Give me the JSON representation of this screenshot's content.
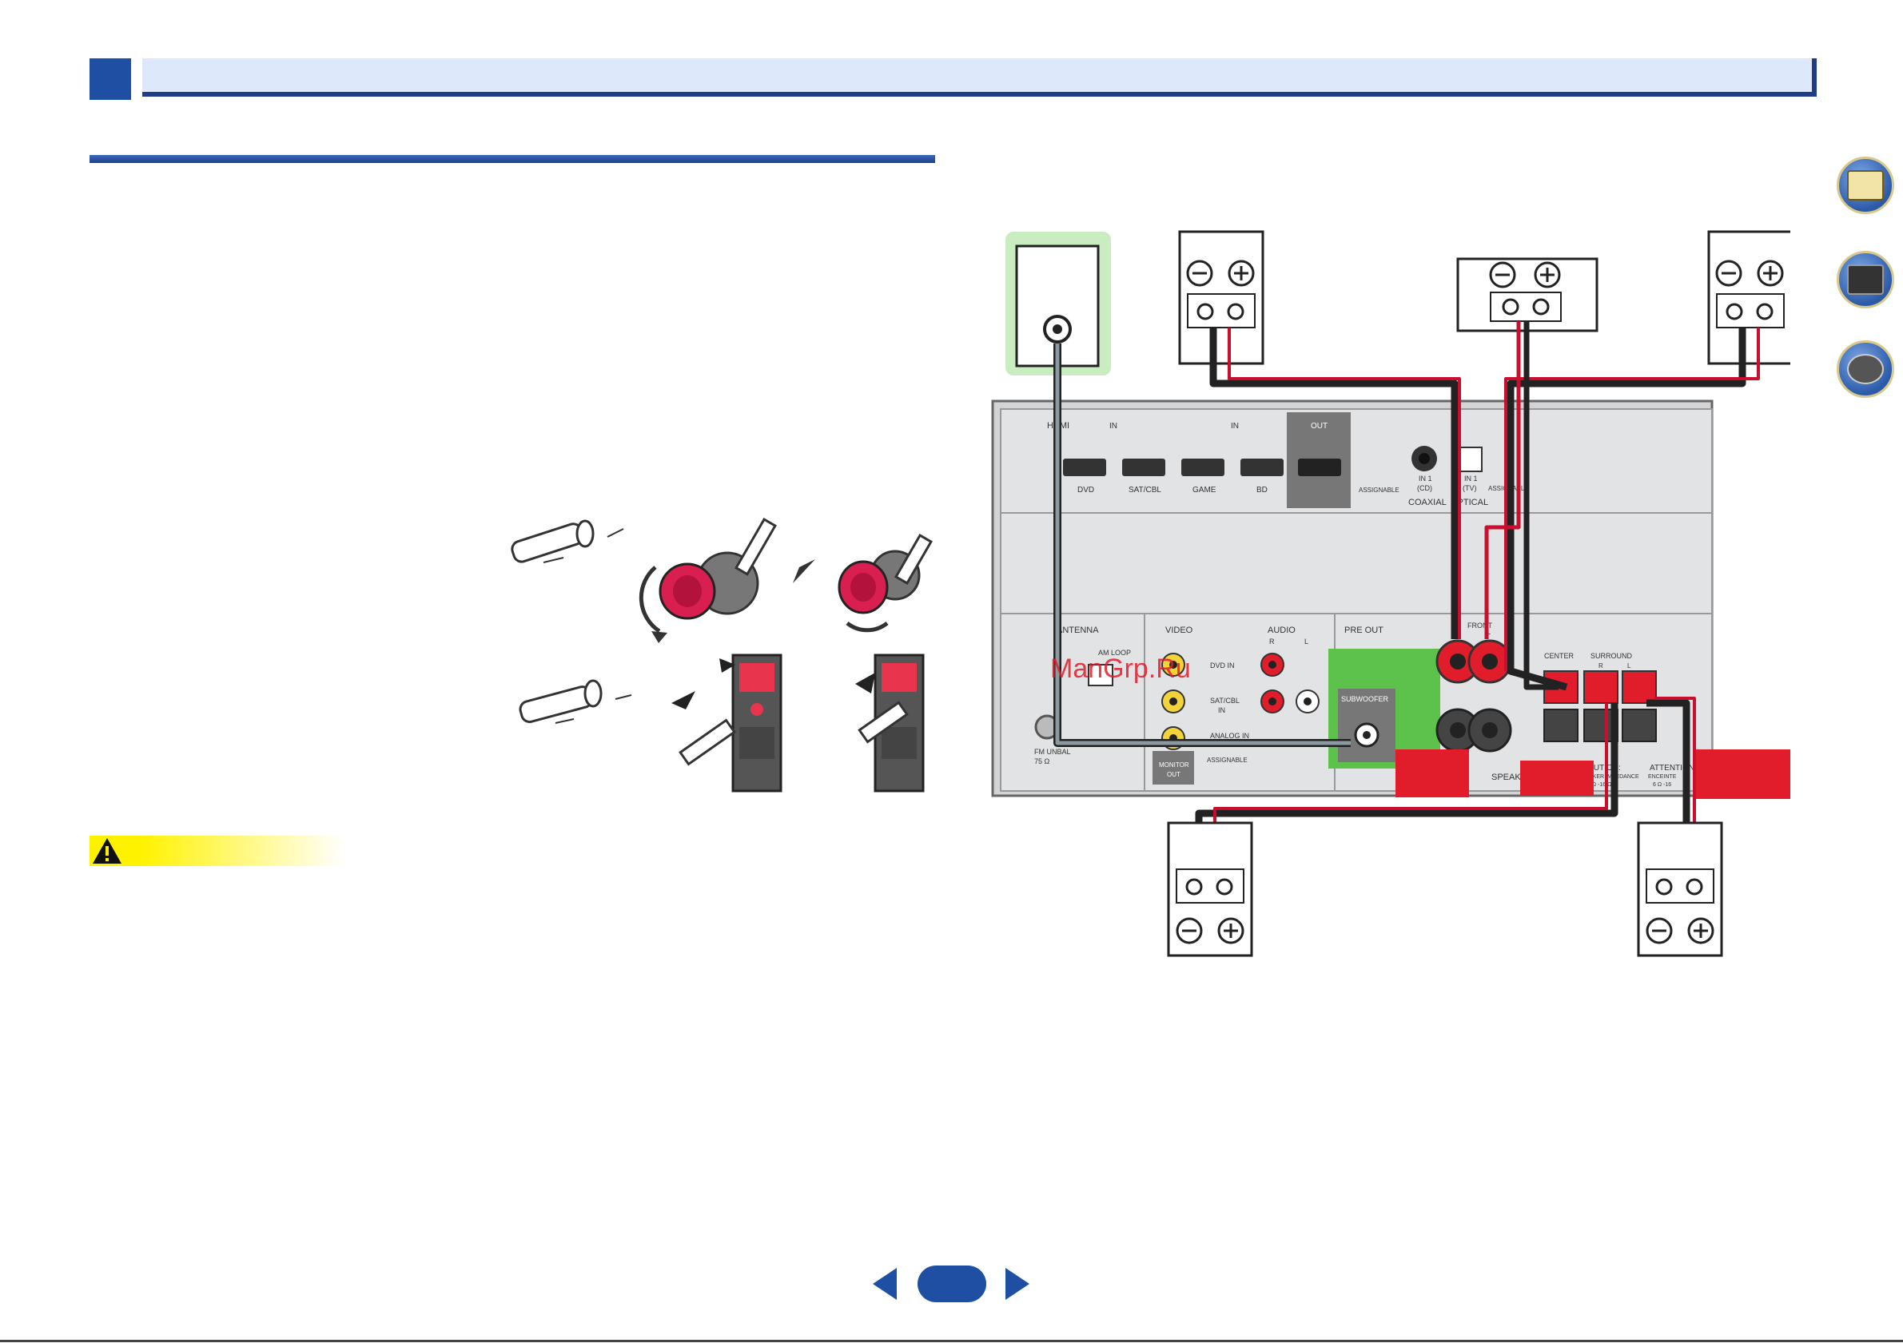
{
  "header": {
    "chapter_number": "",
    "chapter_title": ""
  },
  "section": {
    "title": ""
  },
  "side_nav": {
    "icons": [
      "book-icon",
      "receiver-icon",
      "remote-help-icon"
    ]
  },
  "watermark": "ManGrp.Ru",
  "caution": {
    "icon": "warning-triangle-icon",
    "label": ""
  },
  "pager": {
    "page_number": "",
    "prev_icon": "left-arrow-icon",
    "next_icon": "right-arrow-icon"
  },
  "receiver_panel": {
    "hdmi_label": "HDMI",
    "in_label_1": "IN",
    "in_label_2": "IN",
    "out_label": "OUT",
    "hdmi_inputs": [
      "DVD",
      "SAT/CBL",
      "GAME",
      "BD"
    ],
    "assignable_1": "ASSIGNABLE",
    "coax_in": "IN 1",
    "coax_sub": "(CD)",
    "optical_in": "IN 1",
    "optical_sub": "(TV)",
    "assignable_2": "ASSIGNABLE",
    "coaxial_label": "COAXIAL",
    "optical_label": "OPTICAL",
    "antenna_label": "ANTENNA",
    "am_loop": "AM LOOP",
    "fm_unbal": "FM UNBAL",
    "fm_ohm": "75 Ω",
    "video_label": "VIDEO",
    "audio_label": "AUDIO",
    "audio_r": "R",
    "audio_l": "L",
    "dvd_in": "DVD IN",
    "sat_cbl": "SAT/CBL",
    "sat_cbl_in": "IN",
    "analog_in": "ANALOG IN",
    "assignable_3": "ASSIGNABLE",
    "monitor_out_1": "MONITOR",
    "monitor_out_2": "OUT",
    "pre_out": "PRE OUT",
    "subwoofer": "SUBWOOFER",
    "front_label": "FRONT",
    "front_r": "R",
    "front_l": "L",
    "center_label": "CENTER",
    "surround_label": "SURROUND",
    "surround_r": "R",
    "surround_l": "L",
    "speakers_label": "SPEAK",
    "caution_panel": "CAUTION:",
    "speaker_impedance": "SPEAKER IMPEDANCE",
    "impedance_range_1": "6 Ω -16 Ω",
    "attention_panel": "ATTENTION:",
    "enceinte": "ENCEINTE",
    "impedance_range_2": "6 Ω -16"
  }
}
